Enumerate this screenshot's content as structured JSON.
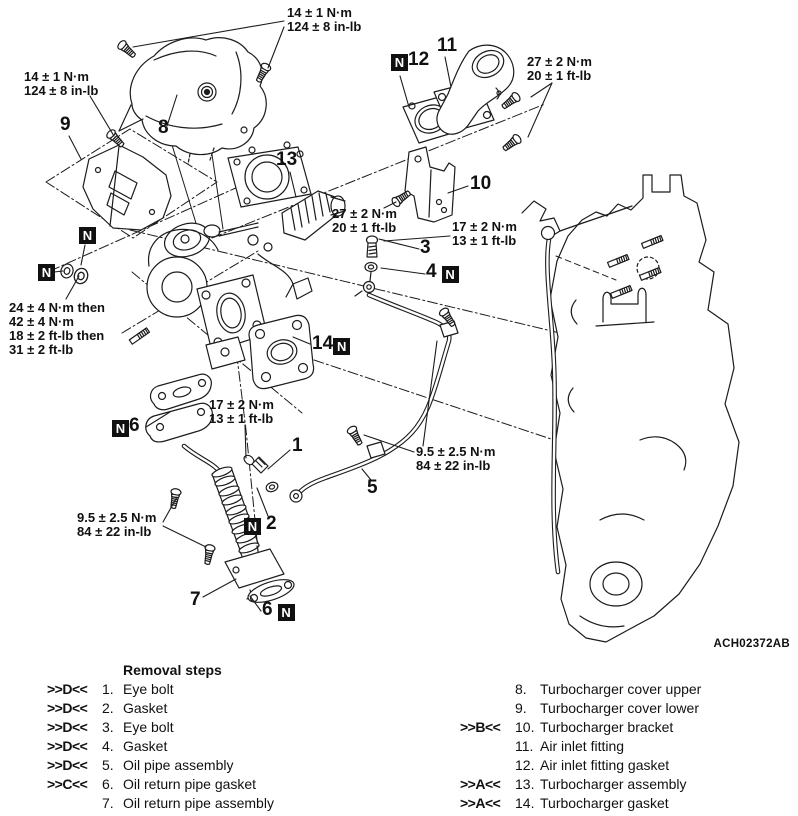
{
  "diagram": {
    "figure_code": "ACH02372AB",
    "nbox_letter": "N",
    "torque_labels": [
      {
        "lines": [
          "14 ± 1 N·m",
          "124 ± 8 in-lb"
        ]
      },
      {
        "lines": [
          "14 ± 1 N·m",
          "124 ± 8 in-lb"
        ]
      },
      {
        "lines": [
          "27 ± 2 N·m",
          "20 ± 1 ft-lb"
        ]
      },
      {
        "lines": [
          "27 ± 2 N·m",
          "20 ± 1 ft-lb"
        ]
      },
      {
        "lines": [
          "17 ± 2 N·m",
          "13 ± 1 ft-lb"
        ]
      },
      {
        "lines": [
          "24 ± 4 N·m then",
          "42 ± 4 N·m",
          "18 ± 2 ft-lb then",
          "31 ± 2 ft-lb"
        ]
      },
      {
        "lines": [
          "17 ± 2 N·m",
          "13 ± 1 ft-lb"
        ]
      },
      {
        "lines": [
          "9.5 ± 2.5 N·m",
          "84 ± 22 in-lb"
        ]
      },
      {
        "lines": [
          "9.5 ± 2.5 N·m",
          "84 ± 22 in-lb"
        ]
      }
    ],
    "callouts": [
      {
        "num": "9"
      },
      {
        "num": "8"
      },
      {
        "num": "13"
      },
      {
        "num": "11"
      },
      {
        "num": "12"
      },
      {
        "num": "10"
      },
      {
        "num": "3"
      },
      {
        "num": "4"
      },
      {
        "num": "14"
      },
      {
        "num": "6"
      },
      {
        "num": "1"
      },
      {
        "num": "5"
      },
      {
        "num": "2"
      },
      {
        "num": "7"
      },
      {
        "num": "6"
      }
    ]
  },
  "parts_list": {
    "title": "Removal steps",
    "left": [
      {
        "marker": ">>D<<",
        "num": "1.",
        "label": "Eye bolt"
      },
      {
        "marker": ">>D<<",
        "num": "2.",
        "label": "Gasket"
      },
      {
        "marker": ">>D<<",
        "num": "3.",
        "label": "Eye bolt"
      },
      {
        "marker": ">>D<<",
        "num": "4.",
        "label": "Gasket"
      },
      {
        "marker": ">>D<<",
        "num": "5.",
        "label": "Oil pipe assembly"
      },
      {
        "marker": ">>C<<",
        "num": "6.",
        "label": "Oil return pipe gasket"
      },
      {
        "marker": "",
        "num": "7.",
        "label": "Oil return pipe assembly"
      }
    ],
    "right": [
      {
        "marker": "",
        "num": "8.",
        "label": "Turbocharger cover upper"
      },
      {
        "marker": "",
        "num": "9.",
        "label": "Turbocharger cover lower"
      },
      {
        "marker": ">>B<<",
        "num": "10.",
        "label": "Turbocharger bracket"
      },
      {
        "marker": "",
        "num": "11.",
        "label": "Air inlet fitting"
      },
      {
        "marker": "",
        "num": "12.",
        "label": "Air inlet fitting gasket"
      },
      {
        "marker": ">>A<<",
        "num": "13.",
        "label": "Turbocharger assembly"
      },
      {
        "marker": ">>A<<",
        "num": "14.",
        "label": "Turbocharger gasket"
      }
    ]
  }
}
